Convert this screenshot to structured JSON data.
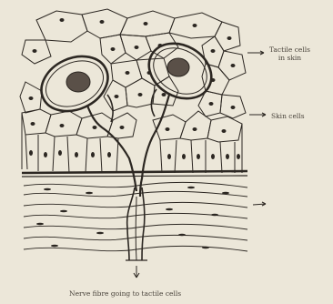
{
  "labels": {
    "tactile_cells": [
      "Tactile cells",
      "in skin"
    ],
    "skin_cells": "Skin cells",
    "nerve_fibre": "Nerve fibre going to tactile cells"
  },
  "colors": {
    "background": "#ece7d9",
    "ink": "#2c2722"
  }
}
